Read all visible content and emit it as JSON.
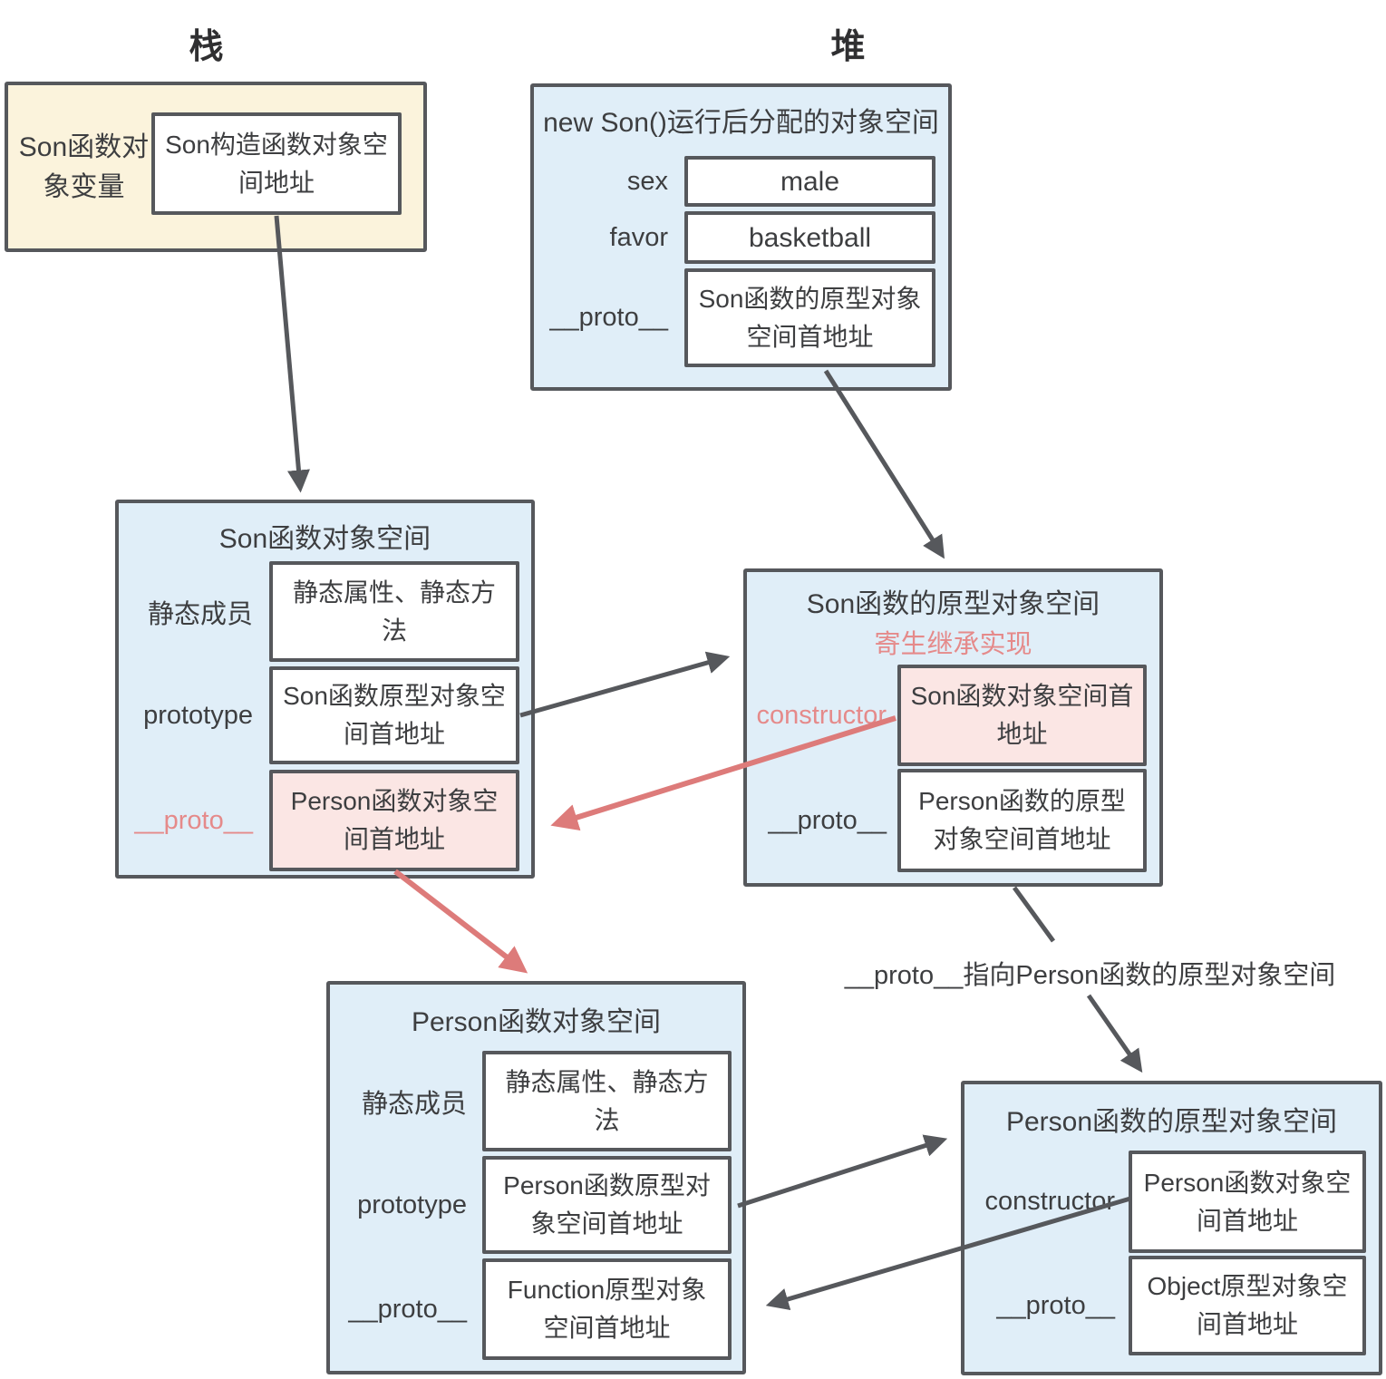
{
  "titles": {
    "stack": "栈",
    "heap": "堆"
  },
  "stack_box": {
    "label": "Son函数对象变量",
    "value": "Son构造函数对象空间地址"
  },
  "heap_box": {
    "title": "new Son()运行后分配的对象空间",
    "rows": [
      {
        "label": "sex",
        "value": "male"
      },
      {
        "label": "favor",
        "value": "basketball"
      },
      {
        "label": "__proto__",
        "value": "Son函数的原型对象空间首地址"
      }
    ]
  },
  "son_object_box": {
    "title": "Son函数对象空间",
    "rows": [
      {
        "label": "静态成员",
        "value": "静态属性、静态方法"
      },
      {
        "label": "prototype",
        "value": "Son函数原型对象空间首地址"
      },
      {
        "label": "__proto__",
        "value": "Person函数对象空间首地址"
      }
    ]
  },
  "son_prototype_box": {
    "title": "Son函数的原型对象空间",
    "subtitle": "寄生继承实现",
    "rows": [
      {
        "label": "constructor",
        "value": "Son函数对象空间首地址"
      },
      {
        "label": "__proto__",
        "value": "Person函数的原型对象空间首地址"
      }
    ]
  },
  "person_object_box": {
    "title": "Person函数对象空间",
    "rows": [
      {
        "label": "静态成员",
        "value": "静态属性、静态方法"
      },
      {
        "label": "prototype",
        "value": "Person函数原型对象空间首地址"
      },
      {
        "label": "__proto__",
        "value": "Function原型对象空间首地址"
      }
    ]
  },
  "person_prototype_box": {
    "title": "Person函数的原型对象空间",
    "rows": [
      {
        "label": "constructor",
        "value": "Person函数对象空间首地址"
      },
      {
        "label": "__proto__",
        "value": "Object原型对象空间首地址"
      }
    ]
  },
  "annotations": {
    "proto_note": "__proto__指向Person函数的原型对象空间"
  },
  "colors": {
    "panel_blue": "#e0eef8",
    "panel_cream": "#fbf3dc",
    "highlight_pink": "#fbe6e4",
    "accent_salmon": "#e0807f",
    "line_dark": "#56585c"
  }
}
